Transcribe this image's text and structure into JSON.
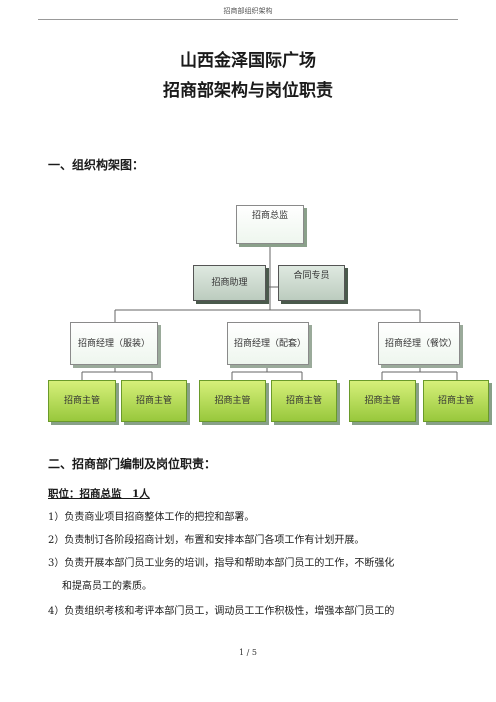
{
  "header": {
    "text": "招商部组织架构"
  },
  "title": {
    "line1": "山西金泽国际广场",
    "line2": "招商部架构与岗位职责"
  },
  "section1": {
    "heading": "一、组织构架图："
  },
  "org": {
    "top": "招商总监",
    "aides": [
      "招商助理",
      "合同专员"
    ],
    "managers": [
      "招商经理（服装）",
      "招商经理（配套）",
      "招商经理（餐饮）"
    ],
    "supervisors": [
      "招商主管",
      "招商主管",
      "招商主管",
      "招商主管",
      "招商主管",
      "招商主管"
    ]
  },
  "section2": {
    "heading": "二、招商部门编制及岗位职责：",
    "position": "职位：招商总监　1人",
    "items": [
      "1）负责商业项目招商整体工作的把控和部署。",
      "2）负责制订各阶段招商计划，布置和安排本部门各项工作有计划开展。",
      "3）负责开展本部门员工业务的培训，指导和帮助本部门员工的工作，不断强化",
      "和提高员工的素质。",
      "4）负责组织考核和考评本部门员工，调动员工工作积极性，增强本部门员工的"
    ]
  },
  "footer": {
    "page": "1 / 5"
  }
}
